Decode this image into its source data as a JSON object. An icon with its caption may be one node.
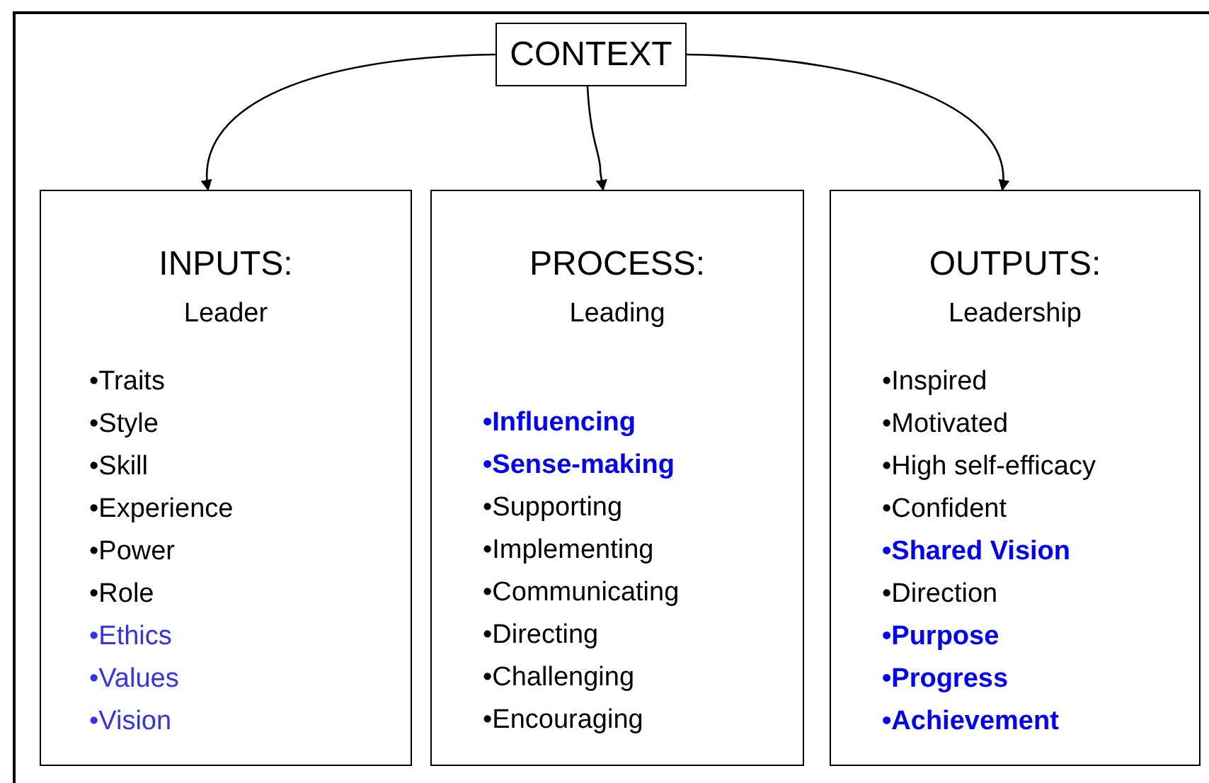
{
  "diagram": {
    "nodes": [
      {
        "text": [
          "CONTEXT"
        ]
      },
      {
        "text": [
          "INPUTS:",
          "Leader",
          "•Traits",
          "•Style",
          "•Skill",
          "•Experience",
          "•Power",
          "•Role",
          "•Ethics",
          "•Values",
          "•Vision"
        ]
      },
      {
        "text": [
          "PROCESS:",
          "Leading",
          "•Influencing",
          "•Sense-making",
          "•Supporting",
          "•Implementing",
          "•Communicating",
          "•Directing",
          "•Challenging",
          "•Encouraging"
        ]
      },
      {
        "text": [
          "OUTPUTS:",
          "Leadership",
          "•Inspired",
          "•Motivated",
          "•High self-efficacy",
          "•Confident",
          "•Shared Vision",
          "•Direction",
          "•Purpose",
          "•Progress",
          "•Achievement"
        ]
      }
    ],
    "edges": [
      {
        "from": 0,
        "to": 1,
        "arrow": "to"
      },
      {
        "from": 0,
        "to": 2,
        "arrow": "to"
      },
      {
        "from": 0,
        "to": 3,
        "arrow": "to"
      }
    ]
  }
}
